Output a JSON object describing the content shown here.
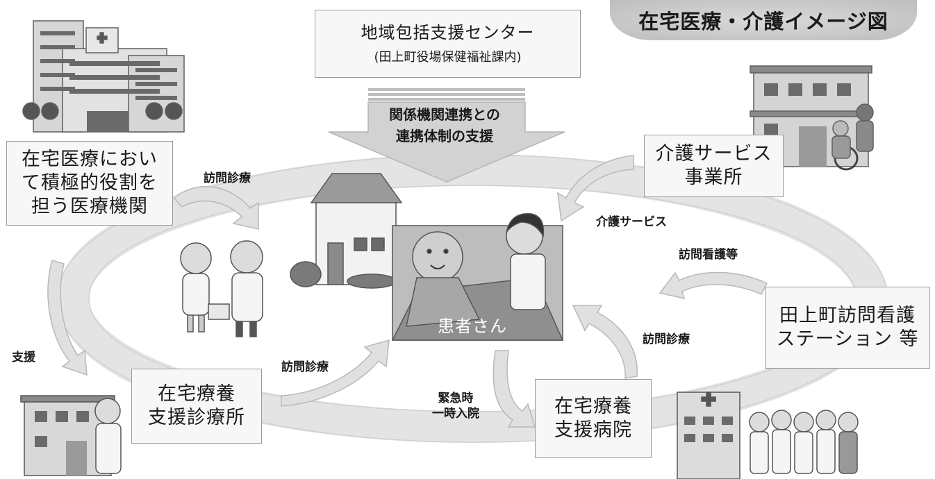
{
  "title": "在宅医療・介護イメージ図",
  "center_box": {
    "line1": "地域包括支援センター",
    "line2": "(田上町役場保健福祉課内)"
  },
  "down_arrow": {
    "line1": "関係機関連携との",
    "line2": "連携体制の支援"
  },
  "boxes": {
    "medical_institution": [
      "在宅医療におい",
      "て積極的役割を",
      "担う医療機関"
    ],
    "care_service_office": [
      "介護サービス",
      "事業所"
    ],
    "nursing_station": [
      "田上町訪問看護",
      "ステーション 等"
    ],
    "support_clinic": [
      "在宅療養",
      "支援診療所"
    ],
    "support_hospital": [
      "在宅療養",
      "支援病院"
    ]
  },
  "patient_label": "患者さん",
  "flow_labels": {
    "home_visit_top": "訪問診療",
    "care_service": "介護サービス",
    "home_nursing": "訪問看護等",
    "home_visit_right": "訪問診療",
    "home_visit_bottom": "訪問診療",
    "support": "支援",
    "emergency": [
      "緊急時",
      "一時入院"
    ]
  },
  "colors": {
    "ring": "#e6e6e6",
    "arrow": "#dcdcdc",
    "box_border": "#9a9a9a",
    "illustration": "#8c8c8c"
  }
}
